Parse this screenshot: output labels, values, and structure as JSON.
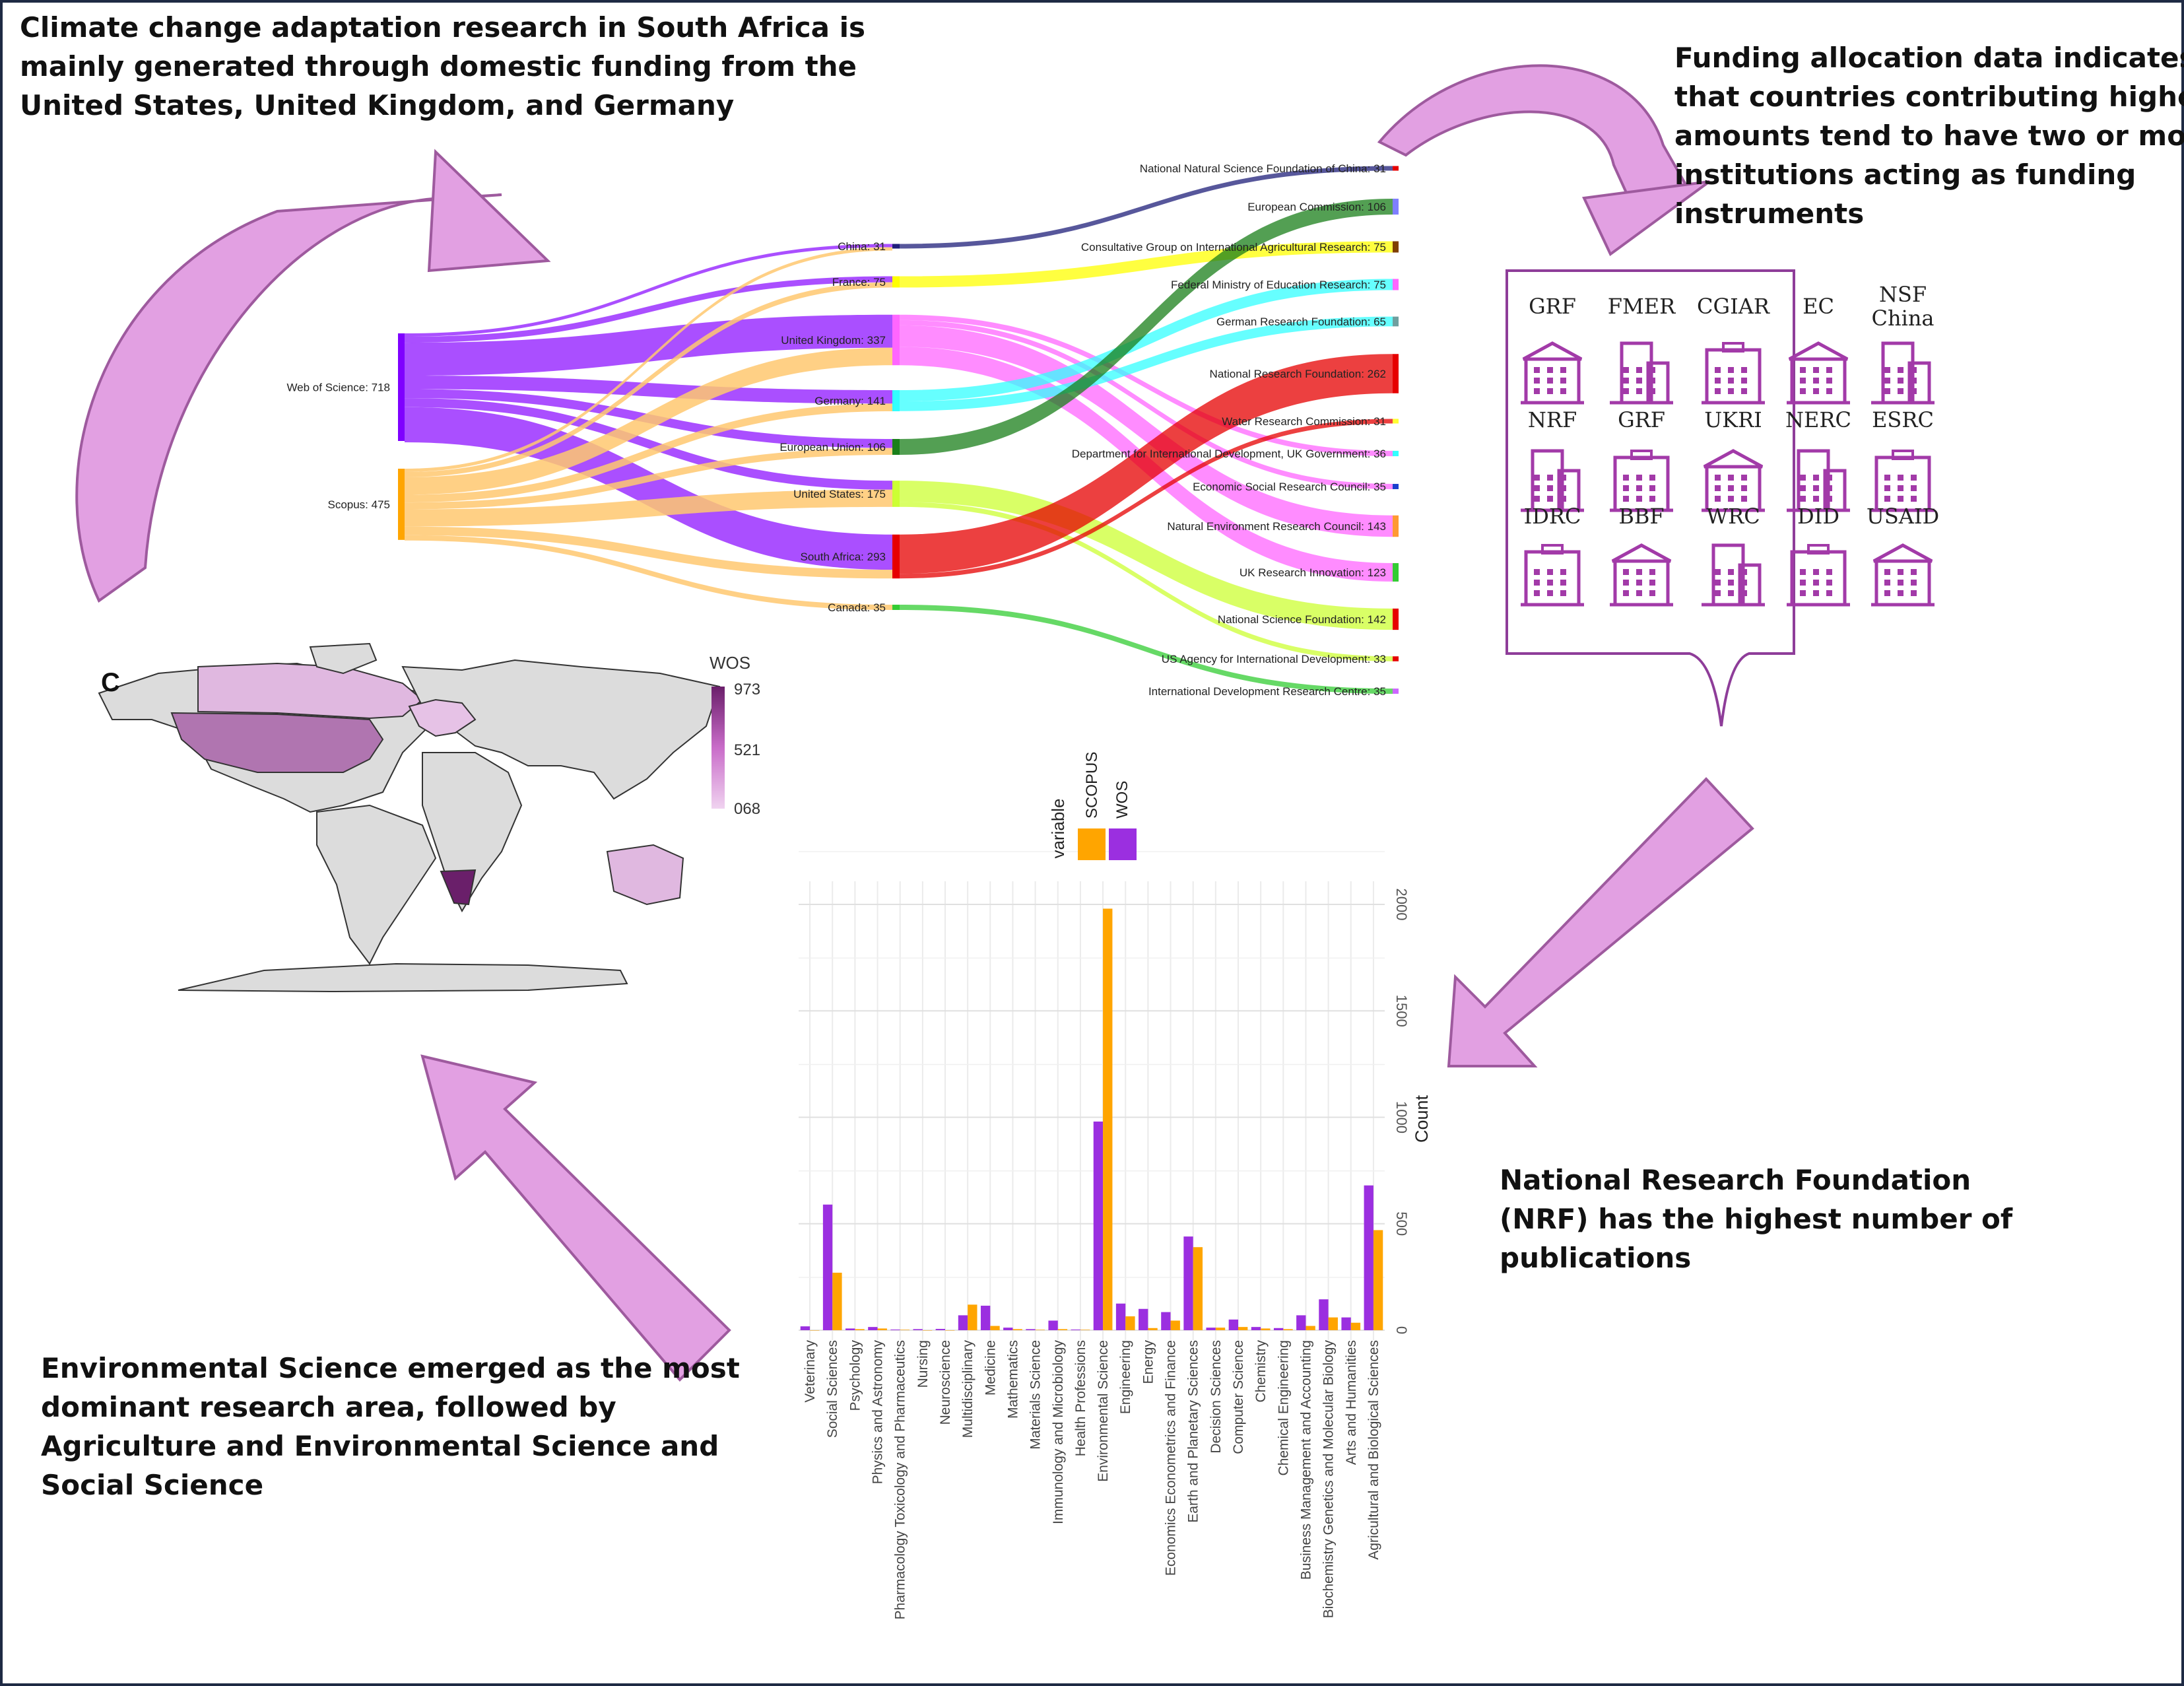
{
  "callouts": {
    "top_left": [
      "Climate change adaptation research in South Africa is",
      "mainly generated through domestic funding from the",
      "United States, United Kingdom, and Germany"
    ],
    "top_right": [
      "Funding allocation data indicates",
      "that countries contributing higher",
      "amounts tend to have two or more",
      "institutions acting as funding",
      "instruments"
    ],
    "mid_right": [
      "National Research Foundation",
      "(NRF)  has the highest number of",
      "publications"
    ],
    "bottom_left": [
      "Environmental Science emerged as  the most",
      "dominant research area, followed by",
      "Agriculture and Environmental Science and",
      "Social Science"
    ]
  },
  "colors": {
    "wos": "#9B2FE0",
    "scopus": "#FFA500",
    "arrow_fill": "#E2A0E2",
    "arrow_stroke": "#9E5A9E",
    "map_land": "#DCDCDC",
    "panel_border": "#8E3D99"
  },
  "sankey": {
    "sources": [
      {
        "label": "Web of Science: 718",
        "value": 718,
        "color": "#7F00FF"
      },
      {
        "label": "Scopus: 475",
        "value": 475,
        "color": "#FFA500"
      }
    ],
    "countries": [
      {
        "label": "China: 31",
        "value": 31,
        "color": "#1F1F7A"
      },
      {
        "label": "France: 75",
        "value": 75,
        "color": "#FFFF00"
      },
      {
        "label": "United Kingdom: 337",
        "value": 337,
        "color": "#FF66FF"
      },
      {
        "label": "Germany: 141",
        "value": 141,
        "color": "#33FFFF"
      },
      {
        "label": "European Union: 106",
        "value": 106,
        "color": "#1A7F1A"
      },
      {
        "label": "United States: 175",
        "value": 175,
        "color": "#CCFF33"
      },
      {
        "label": "South Africa: 293",
        "value": 293,
        "color": "#E60000"
      },
      {
        "label": "Canada: 35",
        "value": 35,
        "color": "#33CC33"
      }
    ],
    "funders": [
      {
        "label": "National Natural Science Foundation of China: 31",
        "value": 31,
        "color": "#E60000"
      },
      {
        "label": "European Commission: 106",
        "value": 106,
        "color": "#7F7FFF"
      },
      {
        "label": "Consultative Group on International Agricultural Research: 75",
        "value": 75,
        "color": "#7F3F00"
      },
      {
        "label": "Federal Ministry of Education Research: 75",
        "value": 75,
        "color": "#FF66FF"
      },
      {
        "label": "German Research Foundation: 65",
        "value": 65,
        "color": "#6F9F9F"
      },
      {
        "label": "National Research Foundation: 262",
        "value": 262,
        "color": "#E60000"
      },
      {
        "label": "Water Research Commission: 31",
        "value": 31,
        "color": "#FFFF33"
      },
      {
        "label": "Department for International Development, UK Government: 36",
        "value": 36,
        "color": "#33FFFF"
      },
      {
        "label": "Economic Social Research Council: 35",
        "value": 35,
        "color": "#1A3FCC"
      },
      {
        "label": "Natural Environment Research Council: 143",
        "value": 143,
        "color": "#FF9933"
      },
      {
        "label": "UK Research Innovation: 123",
        "value": 123,
        "color": "#33CC33"
      },
      {
        "label": "National Science Foundation: 142",
        "value": 142,
        "color": "#E60000"
      },
      {
        "label": "US Agency for International Development: 33",
        "value": 33,
        "color": "#E60000"
      },
      {
        "label": "International Development Research Centre: 35",
        "value": 35,
        "color": "#CC66FF"
      }
    ]
  },
  "funder_panel": {
    "rows": [
      [
        "GRF",
        "FMER",
        "CGIAR",
        "EC",
        "NSF China"
      ],
      [
        "NRF",
        "GRF",
        "UKRI",
        "NERC",
        "ESRC"
      ],
      [
        "IDRC",
        "BBF",
        "WRC",
        "DID",
        "USAID"
      ]
    ]
  },
  "map": {
    "panel_label": "C",
    "legend_title": "WOS",
    "legend_ticks": [
      "973",
      "521",
      "068"
    ]
  },
  "chart_data": {
    "type": "bar",
    "orientation": "rotated 90 degrees",
    "categories": [
      "Veterinary",
      "Social Sciences",
      "Psychology",
      "Physics and Astronomy",
      "Pharmacology Toxicology and Pharmaceutics",
      "Nursing",
      "Neuroscience",
      "Multidisciplinary",
      "Medicine",
      "Mathematics",
      "Materials Science",
      "Immunology and Microbiology",
      "Health Professions",
      "Environmental Science",
      "Engineering",
      "Energy",
      "Economics Econometrics and Finance",
      "Earth and Planetary Sciences",
      "Decision Sciences",
      "Computer Science",
      "Chemistry",
      "Chemical Engineering",
      "Business Management and Accounting",
      "Biochemistry Genetics and Molecular Biology",
      "Arts and Humanities",
      "Agricultural and Biological Sciences"
    ],
    "series": [
      {
        "name": "WOS",
        "color": "#9B2FE0",
        "values": [
          18,
          590,
          8,
          15,
          3,
          5,
          6,
          70,
          115,
          12,
          5,
          45,
          3,
          980,
          125,
          100,
          85,
          440,
          12,
          50,
          15,
          10,
          70,
          145,
          60,
          680
        ]
      },
      {
        "name": "SCOPUS",
        "color": "#FFA500",
        "values": [
          0,
          270,
          5,
          8,
          2,
          0,
          0,
          120,
          20,
          5,
          2,
          5,
          2,
          1980,
          65,
          10,
          45,
          390,
          12,
          15,
          8,
          5,
          20,
          60,
          35,
          470
        ]
      }
    ],
    "ylabel": "Count",
    "yticks": [
      0,
      500,
      1000,
      1500,
      2000
    ],
    "ylim": [
      0,
      2100
    ],
    "grid": true,
    "legend": {
      "title": "variable",
      "entries": [
        "SCOPUS",
        "WOS"
      ],
      "placement": "top"
    }
  }
}
